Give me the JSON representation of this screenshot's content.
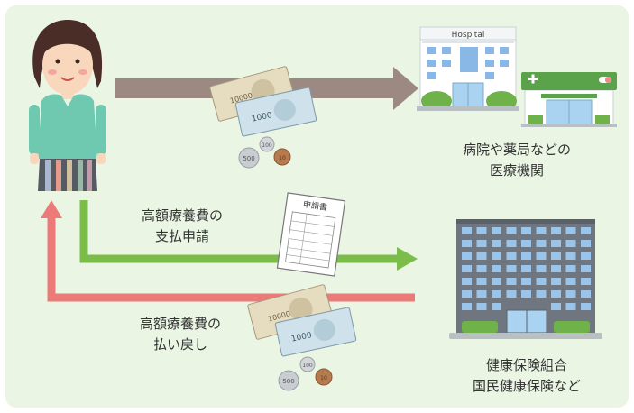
{
  "colors": {
    "background": "#eaf5e4",
    "payment_arrow": "#9c8a82",
    "application_arrow": "#7cbd4a",
    "reimbursement_arrow": "#ec7a78",
    "pharmacy_green": "#5aa34a"
  },
  "icons": [
    "person-icon",
    "hospital-icon",
    "pharmacy-icon",
    "office-building-icon",
    "banknote-icon",
    "coin-icon",
    "application-form-icon"
  ],
  "hospital": {
    "sign": "Hospital"
  },
  "banknotes": {
    "note_large": "10000",
    "note_small": "1000"
  },
  "coins": {
    "c500": "500",
    "c100": "100",
    "c10": "10"
  },
  "form": {
    "title": "申請書"
  },
  "labels": {
    "medical_line1": "病院や薬局などの",
    "medical_line2": "医療機関",
    "application_line1": "高額療養費の",
    "application_line2": "支払申請",
    "reimbursement_line1": "高額療養費の",
    "reimbursement_line2": "払い戻し",
    "insurer_line1": "健康保険組合",
    "insurer_line2": "国民健康保険など"
  }
}
